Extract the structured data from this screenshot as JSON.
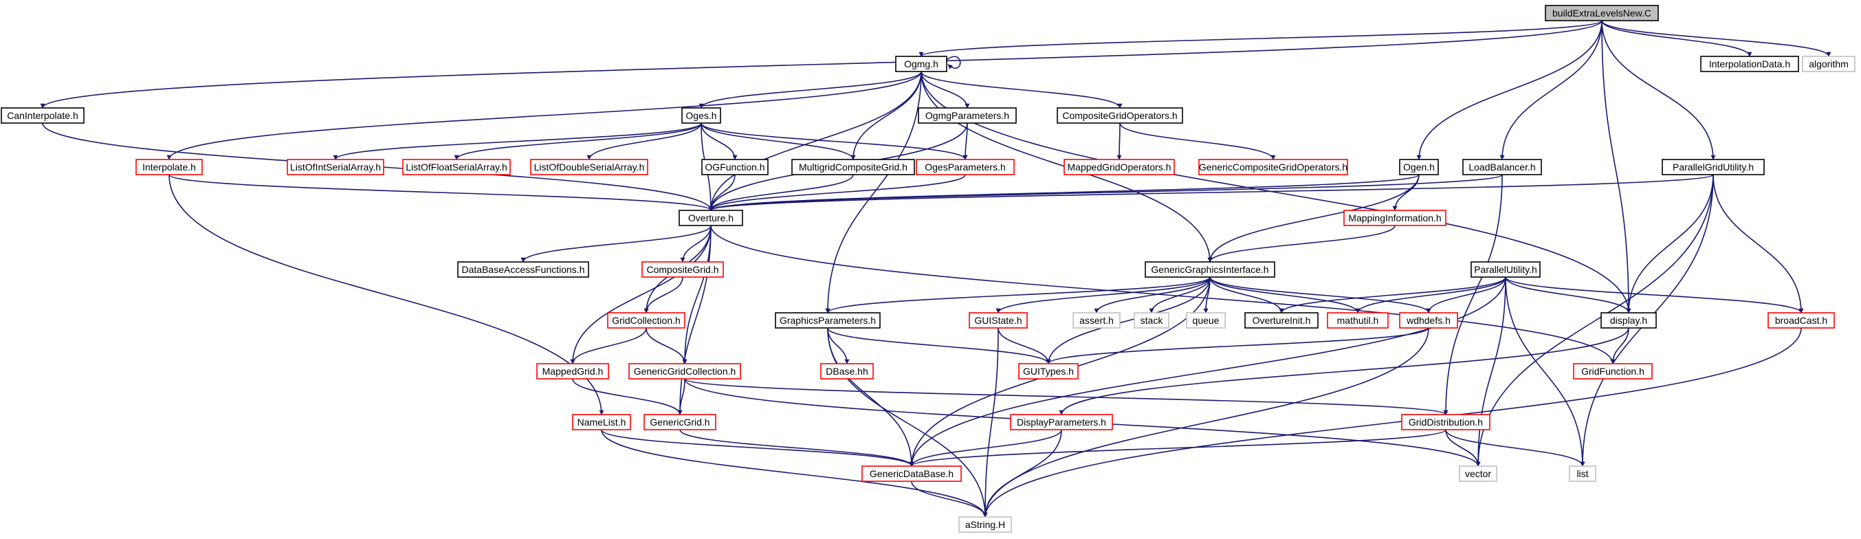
{
  "graph": {
    "style": {
      "edge_color": "#191970",
      "border_black": "#000000",
      "border_red": "#ff0000",
      "border_gray": "#bfbfbf",
      "root_fill": "#bfbfbf",
      "node_fill": "#ffffff"
    },
    "nodes": [
      {
        "id": "root",
        "label": "buildExtraLevelsNew.C",
        "kind": "root"
      },
      {
        "id": "ogmg",
        "label": "Ogmg.h",
        "kind": "black"
      },
      {
        "id": "interpdata",
        "label": "InterpolationData.h",
        "kind": "black"
      },
      {
        "id": "algorithm",
        "label": "algorithm",
        "kind": "gray"
      },
      {
        "id": "caninterp",
        "label": "CanInterpolate.h",
        "kind": "black"
      },
      {
        "id": "oges",
        "label": "Oges.h",
        "kind": "black"
      },
      {
        "id": "ogmgparams",
        "label": "OgmgParameters.h",
        "kind": "black"
      },
      {
        "id": "compgridops",
        "label": "CompositeGridOperators.h",
        "kind": "black"
      },
      {
        "id": "interpolate",
        "label": "Interpolate.h",
        "kind": "red"
      },
      {
        "id": "lointserial",
        "label": "ListOfIntSerialArray.h",
        "kind": "red"
      },
      {
        "id": "lofloatserial",
        "label": "ListOfFloatSerialArray.h",
        "kind": "red"
      },
      {
        "id": "lodoubleserial",
        "label": "ListOfDoubleSerialArray.h",
        "kind": "red"
      },
      {
        "id": "ogfunction",
        "label": "OGFunction.h",
        "kind": "black"
      },
      {
        "id": "multigridcg",
        "label": "MultigridCompositeGrid.h",
        "kind": "black"
      },
      {
        "id": "ogesparams",
        "label": "OgesParameters.h",
        "kind": "red"
      },
      {
        "id": "mappedgridops",
        "label": "MappedGridOperators.h",
        "kind": "red"
      },
      {
        "id": "genericcgops",
        "label": "GenericCompositeGridOperators.h",
        "kind": "red"
      },
      {
        "id": "ogen",
        "label": "Ogen.h",
        "kind": "black"
      },
      {
        "id": "loadbalancer",
        "label": "LoadBalancer.h",
        "kind": "black"
      },
      {
        "id": "pgridutil",
        "label": "ParallelGridUtility.h",
        "kind": "black"
      },
      {
        "id": "overture",
        "label": "Overture.h",
        "kind": "black"
      },
      {
        "id": "mappinginfo",
        "label": "MappingInformation.h",
        "kind": "red"
      },
      {
        "id": "dbaccess",
        "label": "DataBaseAccessFunctions.h",
        "kind": "black"
      },
      {
        "id": "compositegrid",
        "label": "CompositeGrid.h",
        "kind": "red"
      },
      {
        "id": "ggi",
        "label": "GenericGraphicsInterface.h",
        "kind": "black"
      },
      {
        "id": "putility",
        "label": "ParallelUtility.h",
        "kind": "black"
      },
      {
        "id": "gridcollection",
        "label": "GridCollection.h",
        "kind": "red"
      },
      {
        "id": "graphicsparams",
        "label": "GraphicsParameters.h",
        "kind": "black"
      },
      {
        "id": "guistate",
        "label": "GUIState.h",
        "kind": "red"
      },
      {
        "id": "asserth",
        "label": "assert.h",
        "kind": "gray"
      },
      {
        "id": "stack",
        "label": "stack",
        "kind": "gray"
      },
      {
        "id": "queue",
        "label": "queue",
        "kind": "gray"
      },
      {
        "id": "ovinit",
        "label": "OvertureInit.h",
        "kind": "black"
      },
      {
        "id": "mathutil",
        "label": "mathutil.h",
        "kind": "red"
      },
      {
        "id": "wdhdefs",
        "label": "wdhdefs.h",
        "kind": "red"
      },
      {
        "id": "display",
        "label": "display.h",
        "kind": "black"
      },
      {
        "id": "broadcast",
        "label": "broadCast.h",
        "kind": "red"
      },
      {
        "id": "mappedgrid",
        "label": "MappedGrid.h",
        "kind": "red"
      },
      {
        "id": "genericgridcoll",
        "label": "GenericGridCollection.h",
        "kind": "red"
      },
      {
        "id": "dbase",
        "label": "DBase.hh",
        "kind": "red"
      },
      {
        "id": "guitypes",
        "label": "GUITypes.h",
        "kind": "red"
      },
      {
        "id": "gridfunction",
        "label": "GridFunction.h",
        "kind": "red"
      },
      {
        "id": "namelist",
        "label": "NameList.h",
        "kind": "red"
      },
      {
        "id": "genericgrid",
        "label": "GenericGrid.h",
        "kind": "red"
      },
      {
        "id": "displayparams",
        "label": "DisplayParameters.h",
        "kind": "red"
      },
      {
        "id": "griddist",
        "label": "GridDistribution.h",
        "kind": "red"
      },
      {
        "id": "genericdb",
        "label": "GenericDataBase.h",
        "kind": "red"
      },
      {
        "id": "vector",
        "label": "vector",
        "kind": "gray"
      },
      {
        "id": "list",
        "label": "list",
        "kind": "gray"
      },
      {
        "id": "astring",
        "label": "aString.H",
        "kind": "gray"
      }
    ]
  }
}
